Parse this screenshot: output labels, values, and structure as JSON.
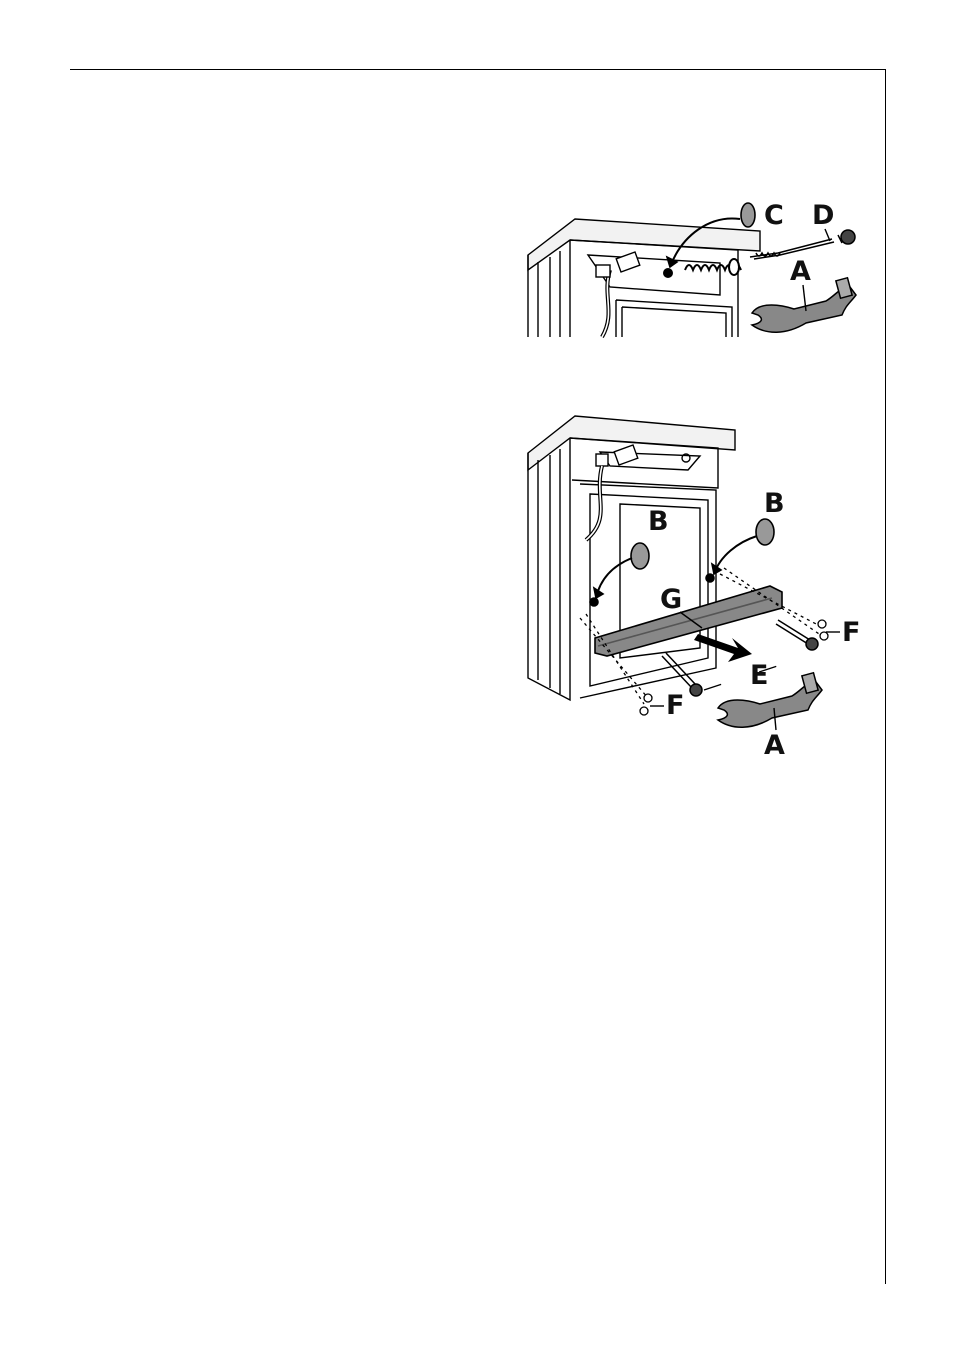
{
  "figure1": {
    "labels": {
      "c": "C",
      "d": "D",
      "a": "A"
    }
  },
  "figure2": {
    "labels": {
      "b_left": "B",
      "b_right": "B",
      "g": "G",
      "f_right": "F",
      "e": "E",
      "f_left": "F",
      "a": "A"
    }
  }
}
